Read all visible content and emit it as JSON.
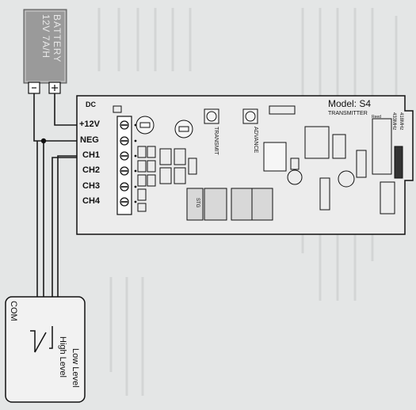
{
  "battery": {
    "line1": "BATTERY",
    "line2": "12V 7A/H"
  },
  "board": {
    "dc_label": "DC",
    "model_label": "Model: S4",
    "transmitter_label": "TRANSMITTER",
    "transmit_label": "TRANSMIT",
    "advance_label": "ADVANCE",
    "freq_a": "418MHz",
    "freq_b": "433MHz",
    "reed_label": "Reed",
    "sto_label": "STG"
  },
  "terminals": [
    "+12V",
    "NEG",
    "CH1",
    "CH2",
    "CH3",
    "CH4"
  ],
  "sensor": {
    "com": "COM",
    "high": "High Level",
    "low": "Low Level"
  }
}
